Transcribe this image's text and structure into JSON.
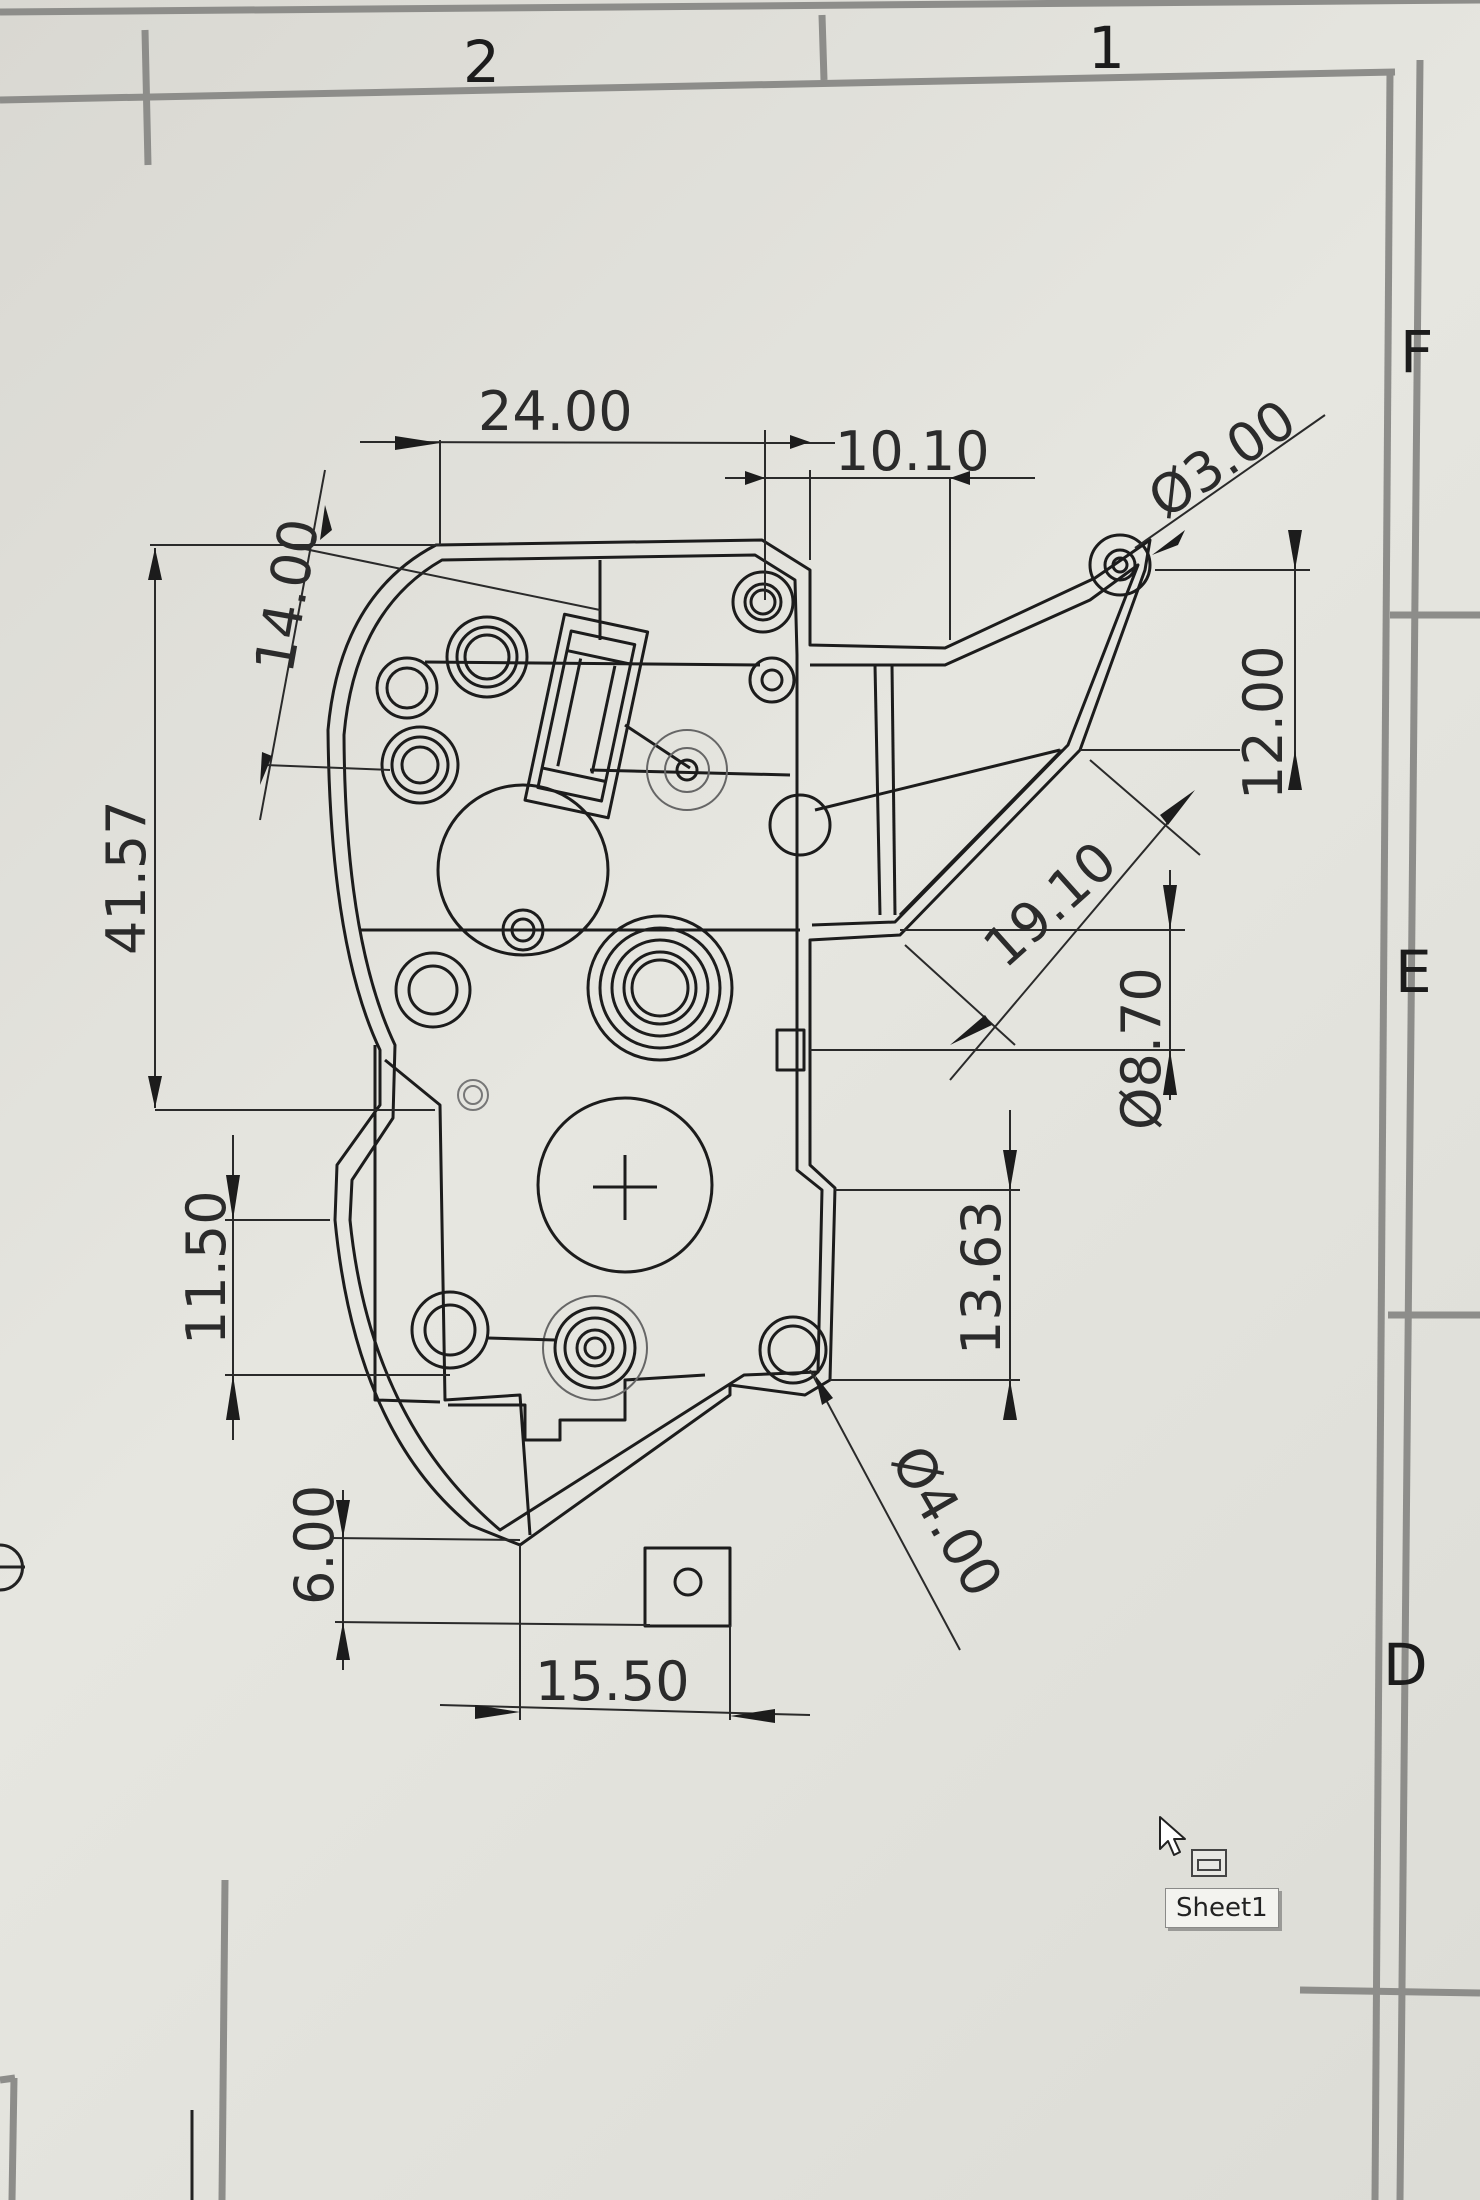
{
  "sheet": {
    "tab_label": "Sheet1",
    "zones": {
      "columns": [
        "2",
        "1"
      ],
      "rows": [
        "F",
        "E",
        "D"
      ]
    }
  },
  "dimensions": {
    "width_24": "24.00",
    "width_10_10": "10.10",
    "dia_3": "Ø3.00",
    "height_14": "14.00",
    "height_41_57": "41.57",
    "height_12": "12.00",
    "diag_19_10": "19.10",
    "dia_8_70": "Ø8.70",
    "height_11_50": "11.50",
    "height_13_63": "13.63",
    "dia_4": "Ø4.00",
    "height_6": "6.00",
    "width_15_50": "15.50"
  },
  "icons": {
    "cursor": "arrow-cursor-icon",
    "sheet": "sheet-icon"
  },
  "colors": {
    "line": "#1c1c1c",
    "paper": "#e3e3dd",
    "border": "#8d8d8a"
  }
}
